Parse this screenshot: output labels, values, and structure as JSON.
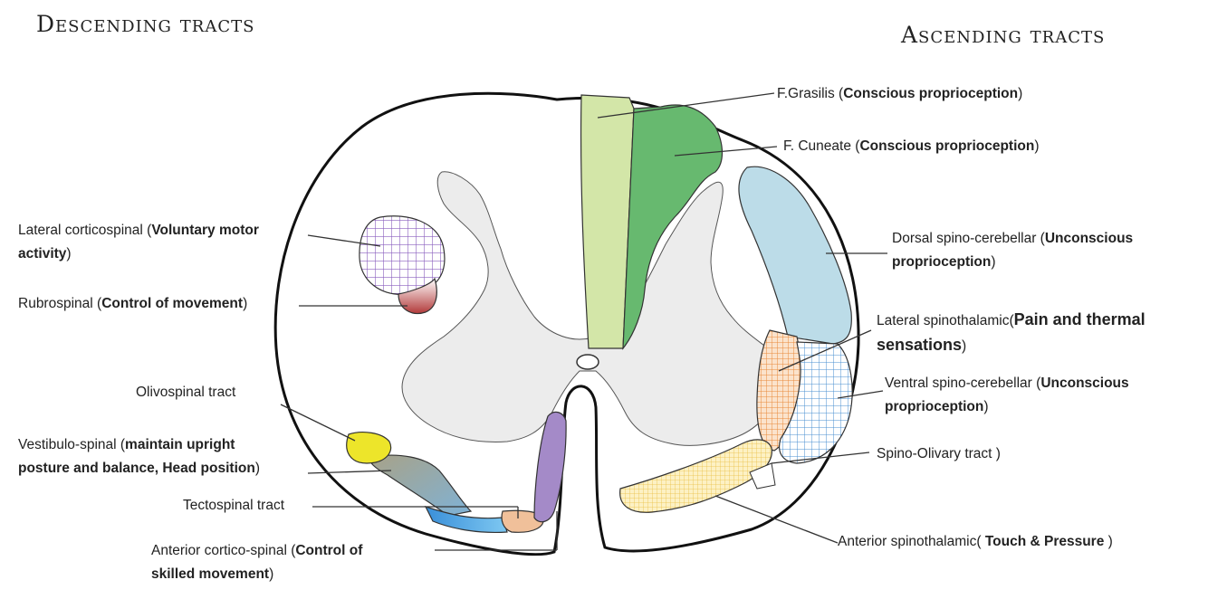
{
  "headings": {
    "descending": "Descending tracts",
    "ascending": "Ascending tracts"
  },
  "descending_labels": {
    "lateral_corticospinal": {
      "name": "Lateral corticospinal (",
      "function": "Voluntary motor",
      "function_2": "activity",
      "close": ")"
    },
    "rubrospinal": {
      "name": "Rubrospinal  (",
      "function": "Control of movement",
      "close": ")"
    },
    "olivospinal": {
      "name": "Olivospinal tract"
    },
    "vestibulospinal": {
      "name": "Vestibulo-spinal (",
      "function": "maintain upright",
      "function_2": "posture and balance, Head position",
      "close": ")"
    },
    "tectospinal": {
      "name": "Tectospinal tract"
    },
    "anterior_corticospinal": {
      "name": "Anterior cortico-spinal (",
      "function": "Control of",
      "function_2": "skilled movement",
      "close": ")"
    }
  },
  "ascending_labels": {
    "f_gracilis": {
      "name": "F.Grasilis (",
      "function": "Conscious proprioception",
      "close": ")"
    },
    "f_cuneate": {
      "name": "F. Cuneate (",
      "function": "Conscious proprioception",
      "close": ")"
    },
    "dorsal_spinocerebellar": {
      "name": "Dorsal spino-cerebellar (",
      "function": "Unconscious",
      "function_2": "proprioception",
      "close": ")"
    },
    "lateral_spinothalamic": {
      "name": "Lateral spinothalamic(",
      "function": "Pain and thermal",
      "function_2": "sensations",
      "close": ")"
    },
    "ventral_spinocerebellar": {
      "name": "Ventral spino-cerebellar (",
      "function": "Unconscious",
      "function_2": "proprioception",
      "close": ")"
    },
    "spino_olivary": {
      "name": "Spino-Olivary tract )"
    },
    "anterior_spinothalamic": {
      "name": "Anterior spinothalamic( ",
      "function": "Touch & Pressure",
      "close": " )"
    }
  },
  "colors": {
    "gracilis": "#d3e6a8",
    "cuneate": "#67b96f",
    "dorsal_spinocerebellar": "#bcdce8",
    "lateral_corticospinal": "#8b5fbf",
    "rubrospinal": "#b23a3a",
    "lateral_spinothalamic": "#e8893a",
    "ventral_spinocerebellar": "#4a8fd0",
    "anterior_spinothalamic": "#e9c046",
    "olivospinal": "#ede52a",
    "vestibulospinal": "#9a9a8a",
    "tectospinal_band": "#52a8e0",
    "tectospinal": "#f0c09a",
    "anterior_corticospinal": "#a48ac8",
    "grey_matter": "#ececec"
  }
}
